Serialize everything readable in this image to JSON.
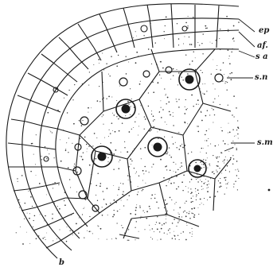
{
  "figure": {
    "labels": {
      "ep": "ep",
      "af": "af.",
      "sa": "s a",
      "sn": "s.n",
      "sm": "s.m",
      "b": "b"
    },
    "colors": {
      "ink": "#1a1a1a",
      "paper": "#ffffff",
      "stipple": "#3a3a3a"
    }
  }
}
